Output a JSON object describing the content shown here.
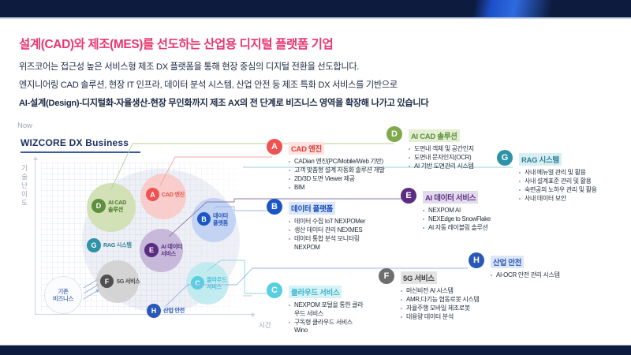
{
  "headline": "설계(CAD)와 제조(MES)를 선도하는 산업용 디지털 플랫폼 기업",
  "subtitles": {
    "line1": "위즈코어는 접근성 높은 서비스형 제조 DX 플랫폼을 통해 현장 중심의 디지털 전환을 선도합니다.",
    "line2": "엔지니어링 CAD 솔루션, 현장 IT 인프라, 데이터 분석 시스템, 산업 안전 등 제조 특화 DX 서비스를 기반으로",
    "line3": "AI-설계(Design)-디지털화-자율생산-현장 무인화까지 제조 AX의 전 단계로 비즈니스 영역을 확장해 나가고 있습니다"
  },
  "chart": {
    "now_label": "Now",
    "title": "WIZCORE DX Business",
    "y_axis_label": "기술난이도",
    "x_axis_label": "시간",
    "legacy_bubble": {
      "line1": "기존",
      "line2": "비즈니스"
    },
    "bubbles": [
      {
        "key": "A",
        "label_line1": "CAD 엔진",
        "label_line2": "",
        "color": "#ef5350",
        "fill": "#f8c9c6"
      },
      {
        "key": "B",
        "label_line1": "데이터",
        "label_line2": "플랫폼",
        "color": "#1a56c4",
        "fill": "#bfd0f3"
      },
      {
        "key": "C",
        "label_line1": "클라우드",
        "label_line2": "서비스",
        "color": "#56cfe1",
        "fill": "#bdeaf0"
      },
      {
        "key": "D",
        "label_line1": "AI CAD",
        "label_line2": "솔루션",
        "color": "#5e8f3c",
        "fill": "#cfe0b0"
      },
      {
        "key": "E",
        "label_line1": "AI 데이터",
        "label_line2": "서비스",
        "color": "#5b2d82",
        "fill": "#c4b4d8"
      },
      {
        "key": "F",
        "label_line1": "5G 서비스",
        "label_line2": "",
        "color": "#4f4f4f",
        "fill": "#cfcfcf"
      },
      {
        "key": "G",
        "label_line1": "RAG 시스템",
        "label_line2": "",
        "color": "#2f93a8",
        "fill": "#2f93a8"
      },
      {
        "key": "H",
        "label_line1": "산업 안전",
        "label_line2": "",
        "color": "#2a58b8",
        "fill": "#2a58b8"
      }
    ]
  },
  "cards": [
    {
      "key": "A",
      "title": "CAD 엔진",
      "color": "#ef5350",
      "title_bg": "#fde3e1",
      "title_color": "#e03b35",
      "items": [
        "CADian 엔진(PC/Mobile/Web 기반)",
        "고객 맞춤형 설계 자동화 솔루션 개발",
        "2D/3D 도면 Viewer 제공",
        "BIM"
      ]
    },
    {
      "key": "B",
      "title": "데이터 플랫폼",
      "color": "#1a56c4",
      "title_bg": "#dbe6fa",
      "title_color": "#1a4fb8",
      "items": [
        "데이터 수집 IoT NEXPOMer",
        "생산 데이터 관리 NEXMES",
        "데이터 통합 분석 모니터링 NEXPOM"
      ]
    },
    {
      "key": "C",
      "title": "클라우드 서비스",
      "color": "#56cfe1",
      "title_bg": "#d6f2f7",
      "title_color": "#3fb6cc",
      "items": [
        "NEXPOM 포털을 통한 클라우드 서비스",
        "구독형 클라우드 서비스 Wino"
      ]
    },
    {
      "key": "D",
      "title": "AI CAD 솔루션",
      "color": "#7fa94a",
      "title_bg": "#e3eed2",
      "title_color": "#5e8f3c",
      "items": [
        "도면내 객체 및 공간인지",
        "도면내 문자인지(OCR)",
        "AI 기반 도면관리 시스템"
      ]
    },
    {
      "key": "E",
      "title": "AI 데이터 서비스",
      "color": "#5b2d82",
      "title_bg": "#e2dbec",
      "title_color": "#5b2d82",
      "items": [
        "NEXPOM AI",
        "NEXEdge to SnowFlake",
        "AI 자동 레이블링 솔루션"
      ]
    },
    {
      "key": "F",
      "title": "5G 서비스",
      "color": "#6e6e6e",
      "title_bg": "#e3e3e3",
      "title_color": "#3d3d3d",
      "items": [
        "머신비전 AI 시스템",
        "AMR,다기능 협동로봇 시스템",
        "자율주행 모바일 제조로봇",
        "대용량 데이터 분석"
      ]
    },
    {
      "key": "G",
      "title": "RAG 시스템",
      "color": "#2f93a8",
      "title_bg": "#d9eef2",
      "title_color": "#2a8195",
      "items": [
        "사내 메뉴얼 관리 및 활용",
        "사내 설계표준 관리 및 활용",
        "숙련공의 노하우 관리 및 활용",
        "사내 데이터 보안"
      ]
    },
    {
      "key": "H",
      "title": "산업 안전",
      "color": "#2a58b8",
      "title_bg": "#dce6f8",
      "title_color": "#2a58b8",
      "items": [
        "AI-OCR 안전 관리 시스템"
      ]
    }
  ]
}
